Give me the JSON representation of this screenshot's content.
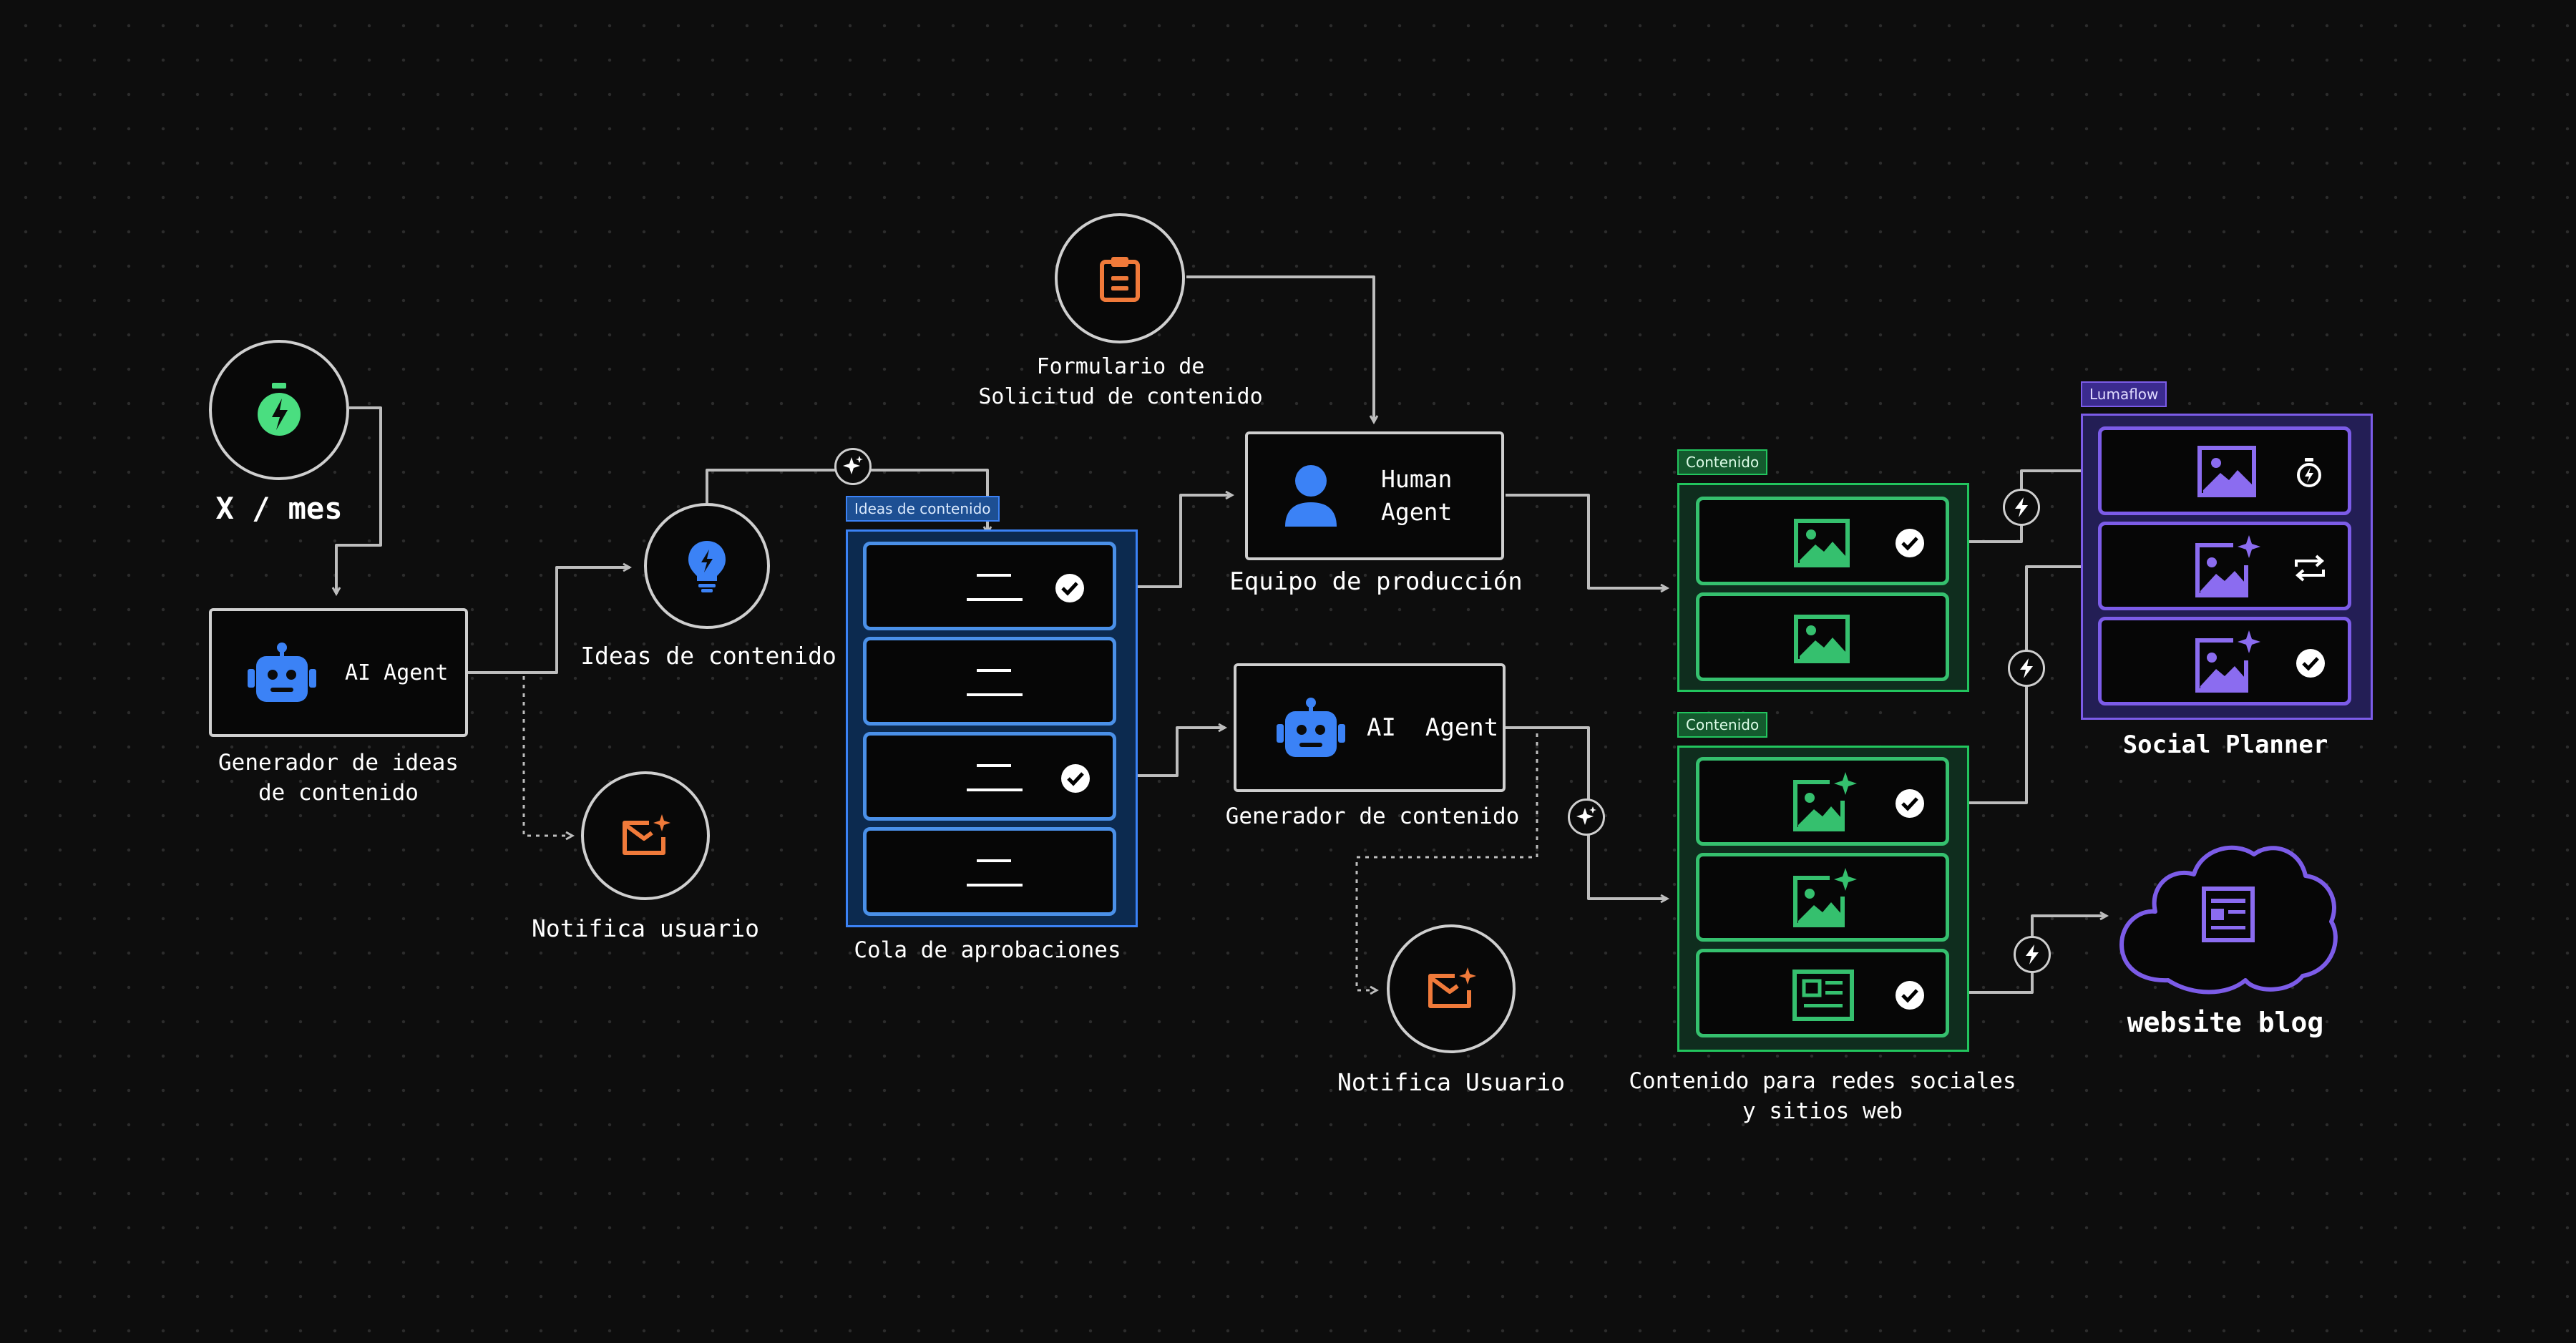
{
  "nodes": {
    "timer_label": "X / mes",
    "ai_agent_1_text": "AI Agent",
    "ai_agent_1_caption": "Generador de ideas\nde contenido",
    "ideas_label": "Ideas de contenido",
    "notify_1_label": "Notifica usuario",
    "form_label": "Formulario de\nSolicitud de contenido",
    "human_text": "Human\nAgent",
    "human_caption": "Equipo de producción",
    "ai_agent_2_text": "AI  Agent",
    "ai_agent_2_caption": "Generador de contenido",
    "notify_2_label": "Notifica Usuario",
    "approval_caption": "Cola de aprobaciones",
    "content_caption": "Contenido para redes sociales\ny sitios web",
    "social_caption": "Social Planner",
    "blog_caption": "website blog"
  },
  "tags": {
    "ideas": "Ideas de contenido",
    "content_1": "Contenido",
    "content_2": "Contenido",
    "lumaflow": "Lumaflow"
  },
  "colors": {
    "wire": "#bdbdbd",
    "blue": "#3b82f6",
    "green": "#22c55e",
    "purple": "#7c5ce8",
    "orange": "#f07a3a"
  },
  "icons": {
    "timer": "timer-bolt-icon",
    "robot": "robot-icon",
    "bulb": "lightbulb-icon",
    "mail": "mail-sparkle-icon",
    "clipboard": "clipboard-icon",
    "person": "person-icon",
    "image": "image-icon",
    "image_sparkle": "image-sparkle-icon",
    "article": "article-icon",
    "check": "check-circle-icon",
    "repeat": "repeat-icon",
    "bolt": "bolt-icon",
    "sparkle": "sparkle-icon"
  }
}
